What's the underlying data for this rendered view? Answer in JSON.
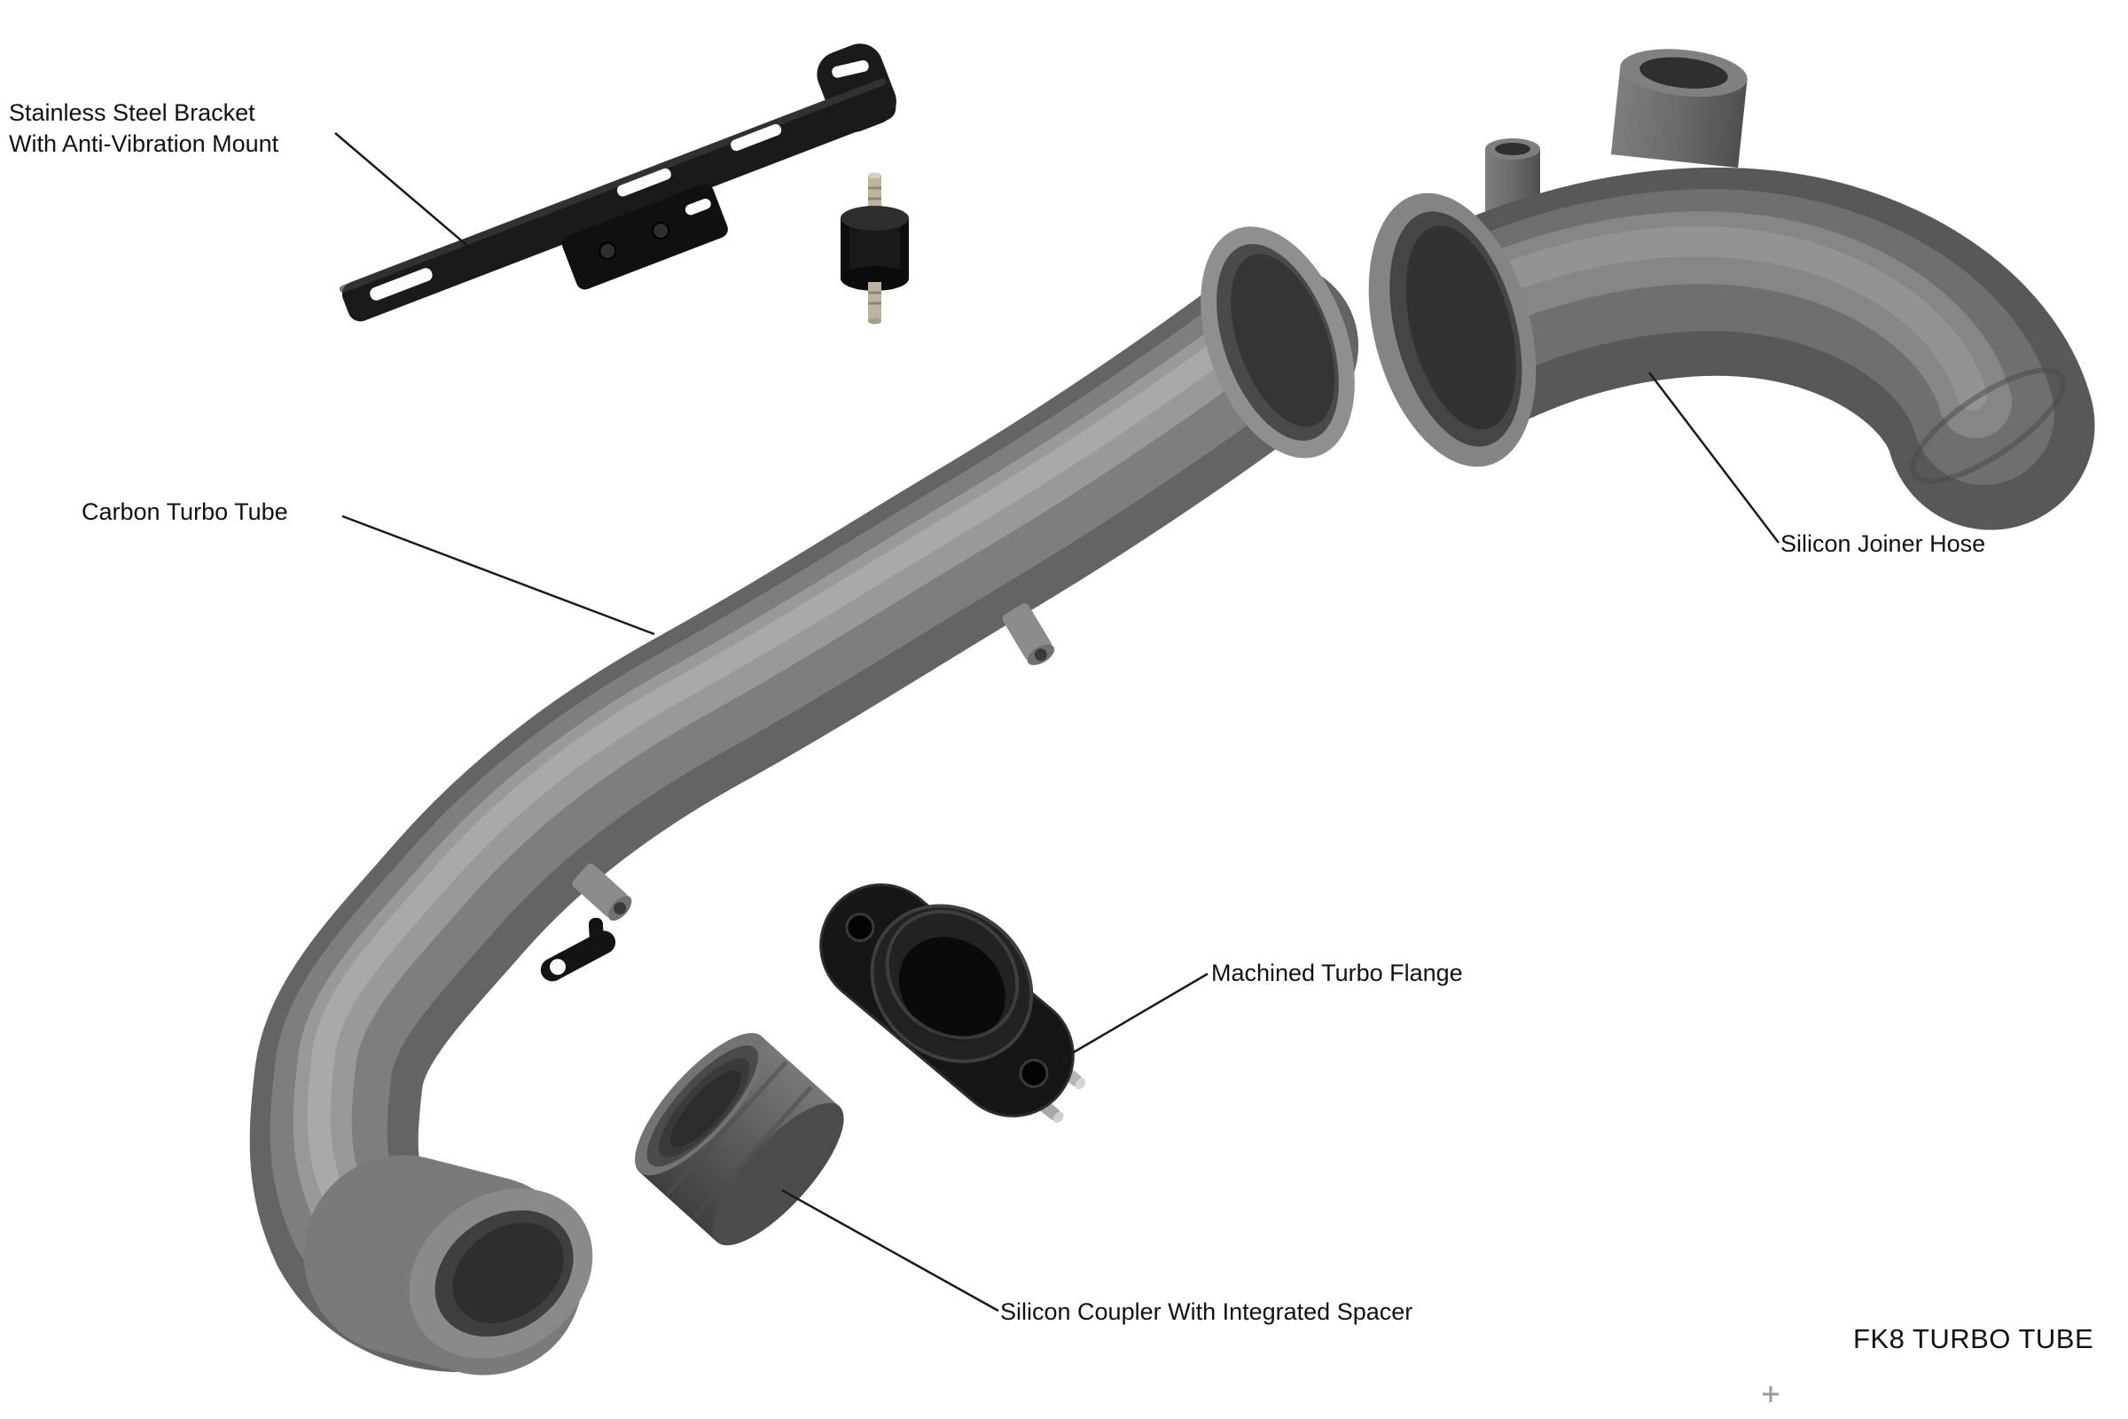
{
  "diagram": {
    "title": "FK8 TURBO TUBE",
    "labels": {
      "bracket": "Stainless Steel Bracket\nWith Anti-Vibration Mount",
      "tube": "Carbon Turbo Tube",
      "joiner": "Silicon Joiner Hose",
      "flange": "Machined Turbo Flange",
      "coupler": "Silicon Coupler With Integrated Spacer"
    },
    "parts": [
      {
        "id": "stainless-steel-bracket",
        "label": "Stainless Steel Bracket With Anti-Vibration Mount",
        "color": "#1a1a1a"
      },
      {
        "id": "carbon-turbo-tube",
        "label": "Carbon Turbo Tube",
        "color": "#7a7a7a"
      },
      {
        "id": "silicon-joiner-hose",
        "label": "Silicon Joiner Hose",
        "color": "#6f6f6f"
      },
      {
        "id": "machined-turbo-flange",
        "label": "Machined Turbo Flange",
        "color": "#161616"
      },
      {
        "id": "silicon-coupler",
        "label": "Silicon Coupler With Integrated Spacer",
        "color": "#5e5e5e"
      }
    ],
    "colors": {
      "background": "#ffffff",
      "label_text": "#111111",
      "leader_line": "#1a1a1a"
    }
  }
}
